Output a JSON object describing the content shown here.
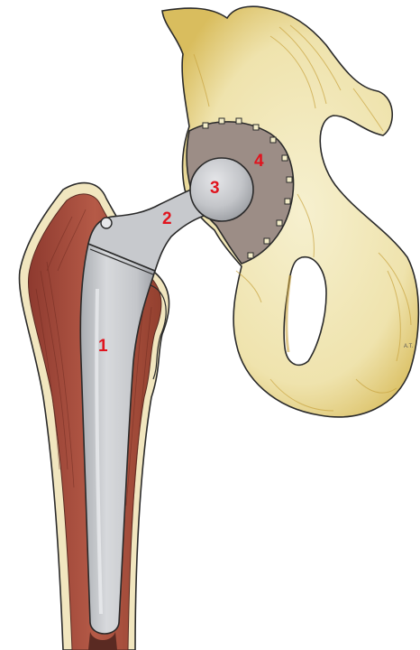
{
  "labels": {
    "stem": "1",
    "neck": "2",
    "head": "3",
    "cup": "4"
  },
  "artist_mark": "A.T.",
  "colors": {
    "label_red": "#e0141e",
    "bone_ivory": "#f4edc8",
    "bone_shadow": "#d9b95a",
    "cortex_red": "#a8483a",
    "implant_grey": "#c9cbcf",
    "cup_taupe": "#9c8d86",
    "outline": "#2a2a2a"
  }
}
